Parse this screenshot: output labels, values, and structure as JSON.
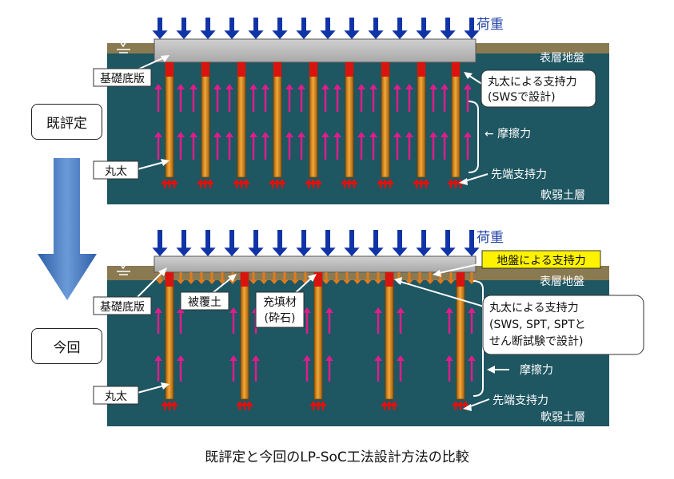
{
  "side_labels": {
    "existing": "既評定",
    "current": "今回"
  },
  "top_panel": {
    "load": "荷重",
    "surface_layer": "表層地盤",
    "foundation_slab": "基礎底版",
    "log_bearing": [
      "丸太による支持力",
      "(SWSで設計)"
    ],
    "skin_friction": "← 摩擦力",
    "log": "丸太",
    "tip_bearing": "先端支持力",
    "soft_layer": "軟弱土層"
  },
  "bottom_panel": {
    "load": "荷重",
    "ground_bearing": "地盤による支持力",
    "surface_layer": "表層地盤",
    "foundation_slab": "基礎底版",
    "cover_soil": "被覆土",
    "filler": [
      "充填材",
      "(砕石)"
    ],
    "log_bearing": [
      "丸太による支持力",
      "(SWS, SPT, SPTと",
      "せん断試験で設計)"
    ],
    "skin_friction": "摩擦力",
    "log": "丸太",
    "tip_bearing": "先端支持力",
    "soft_layer": "軟弱土層"
  },
  "caption": "既評定と今回のLP-SoC工法設計方法の比較",
  "colors": {
    "soil": "#1e5662",
    "surface_layer": "#8a7a52",
    "slab": "#b9b9b9",
    "log": "#d98c1c",
    "log_head": "#d9140f",
    "load_arrow": "#1034a6",
    "friction_arrow": "#e01c8c",
    "direction_arrow": "#3a6bb8",
    "highlight_box": "#fff200"
  }
}
